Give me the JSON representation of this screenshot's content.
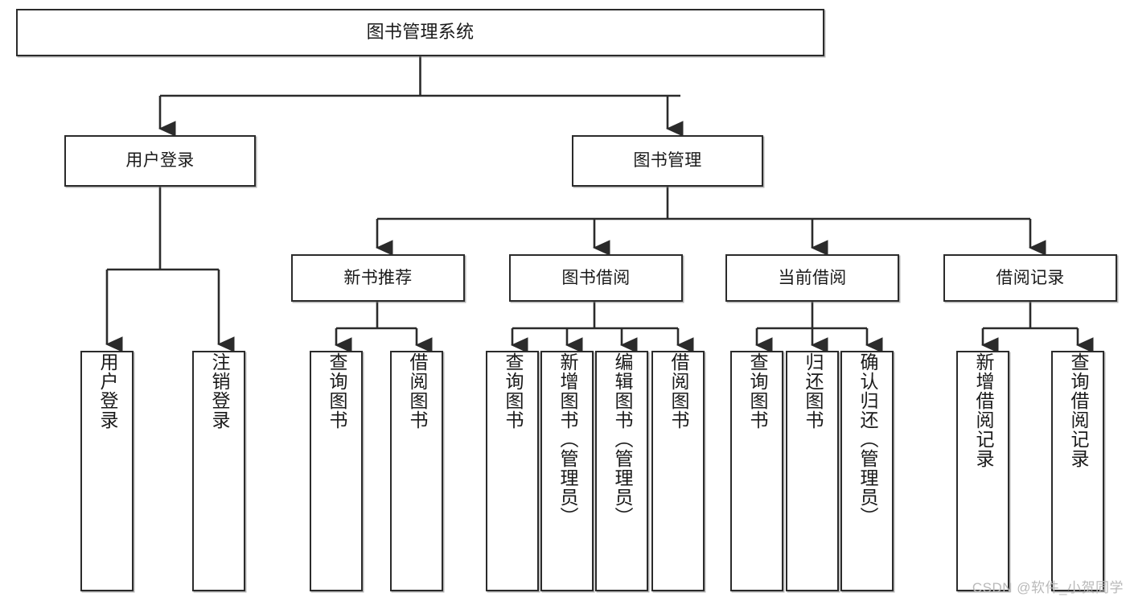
{
  "diagram": {
    "title": "图书管理系统",
    "type": "tree-hierarchy-chart",
    "root": {
      "label": "图书管理系统"
    },
    "level2": [
      {
        "label": "用户登录"
      },
      {
        "label": "图书管理"
      }
    ],
    "level3": [
      {
        "label": "新书推荐"
      },
      {
        "label": "图书借阅"
      },
      {
        "label": "当前借阅"
      },
      {
        "label": "借阅记录"
      }
    ],
    "leaves": {
      "user_login": [
        {
          "label": "用户登录"
        },
        {
          "label": "注销登录"
        }
      ],
      "new_book_recommend": [
        {
          "label": "查询图书"
        },
        {
          "label": "借阅图书"
        }
      ],
      "book_borrow": [
        {
          "label": "查询图书"
        },
        {
          "label": "新增图书（管理员）"
        },
        {
          "label": "编辑图书（管理员）"
        },
        {
          "label": "借阅图书"
        }
      ],
      "current_borrow": [
        {
          "label": "查询图书"
        },
        {
          "label": "归还图书"
        },
        {
          "label": "确认归还（管理员）"
        }
      ],
      "borrow_record": [
        {
          "label": "新增借阅记录"
        },
        {
          "label": "查询借阅记录"
        }
      ]
    }
  },
  "watermark": {
    "text": "CSDN @软件_小贺同学"
  },
  "colors": {
    "stroke": "#2b2b2b",
    "fill": "#ffffff",
    "text": "#1a1a1a",
    "watermark": "#b9b9b9"
  }
}
